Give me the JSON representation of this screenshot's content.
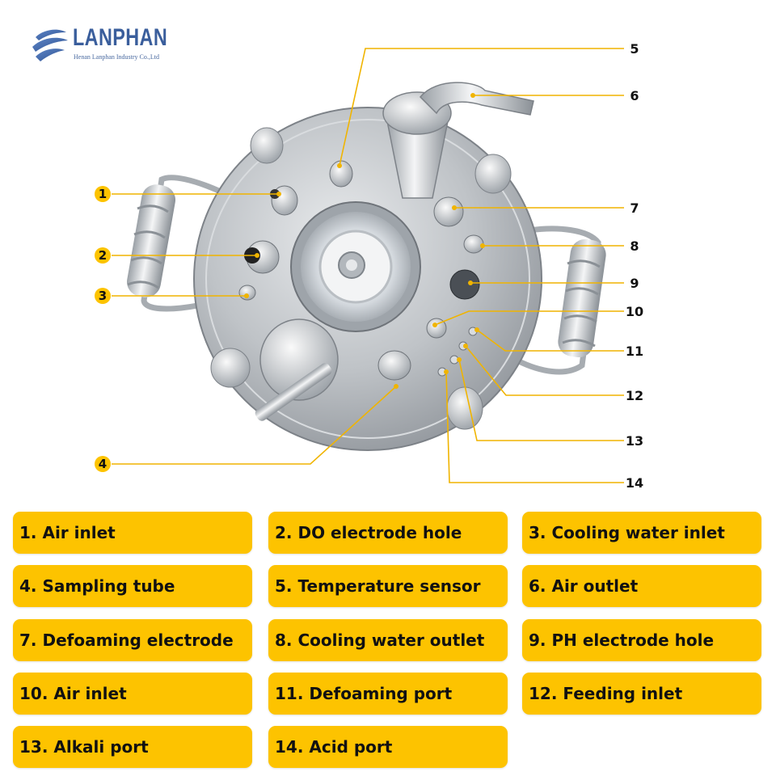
{
  "brand": {
    "name": "LANPHAN",
    "subtitle": "Henan Lanphan Industry Co.,Ltd"
  },
  "colors": {
    "accent": "#fdc300",
    "brand_blue": "#3a5e9c",
    "steel": "#b9bec3"
  },
  "callouts": [
    "1",
    "2",
    "3",
    "4",
    "5",
    "6",
    "7",
    "8",
    "9",
    "10",
    "11",
    "12",
    "13",
    "14"
  ],
  "legend": [
    "1. Air inlet",
    "2. DO electrode hole",
    "3. Cooling water inlet",
    "4. Sampling tube",
    "5. Temperature sensor",
    "6. Air outlet",
    "7. Defoaming electrode",
    "8. Cooling water outlet",
    "9. PH electrode hole",
    "10. Air inlet",
    "11. Defoaming port",
    "12. Feeding inlet",
    "13. Alkali port",
    "14. Acid port"
  ]
}
